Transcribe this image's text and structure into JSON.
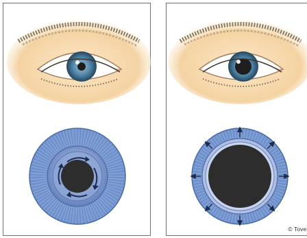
{
  "panels": [
    {
      "state": "constricted"
    },
    {
      "state": "dilated"
    }
  ],
  "copyright": "© Toveru",
  "colors": {
    "iris": "#6f8fc8",
    "iris_dark": "#4a6aa6",
    "pupil": "#2d2d2d",
    "skin": "#f5d6a8",
    "eye_iris": "#3f6f8e",
    "border": "#6f6f6f"
  }
}
